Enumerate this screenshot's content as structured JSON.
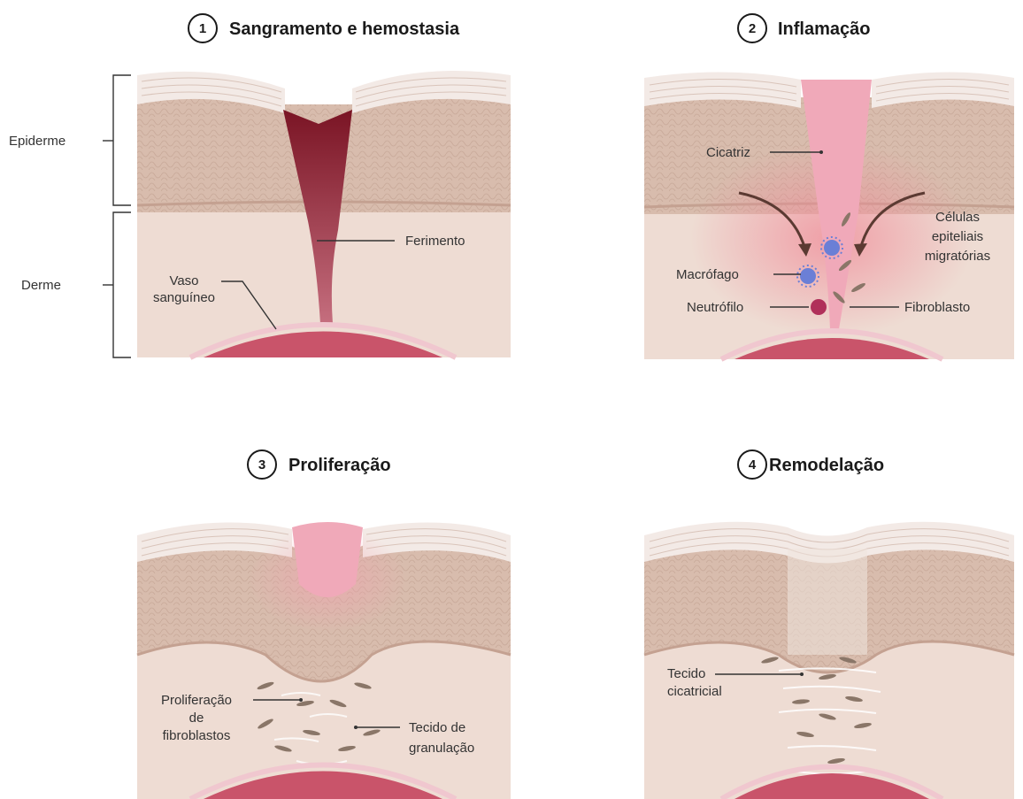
{
  "panels": [
    {
      "number": "1",
      "title": "Sangramento e hemostasia",
      "labels": {
        "epiderme": "Epiderme",
        "derme": "Derme",
        "ferimento": "Ferimento",
        "vaso_1": "Vaso",
        "vaso_2": "sanguíneo"
      }
    },
    {
      "number": "2",
      "title": "Inflamação",
      "labels": {
        "cicatriz": "Cicatriz",
        "celulas_1": "Células",
        "celulas_2": "epiteliais",
        "celulas_3": "migratórias",
        "macrofago": "Macrófago",
        "neutrofilo": "Neutrófilo",
        "fibroblasto": "Fibroblasto"
      }
    },
    {
      "number": "3",
      "title": "Proliferação",
      "labels": {
        "prolif_1": "Proliferação",
        "prolif_2": "de",
        "prolif_3": "fibroblastos",
        "tecido_1": "Tecido de",
        "tecido_2": "granulação"
      }
    },
    {
      "number": "4",
      "title": "Remodelação",
      "labels": {
        "cicatricial_1": "Tecido",
        "cicatricial_2": "cicatricial"
      }
    }
  ],
  "colors": {
    "dermis": "#eedcd3",
    "epidermis": "#d8bcad",
    "stratum_corneum": "#f3eae6",
    "wound_blood": "#8a1c2a",
    "scab_pink": "#f0a9b9",
    "vessel": "#c9546a",
    "cell_blue": "#6b7fd6",
    "neutrophil": "#b0305a",
    "fibroblast": "#8a7668"
  }
}
